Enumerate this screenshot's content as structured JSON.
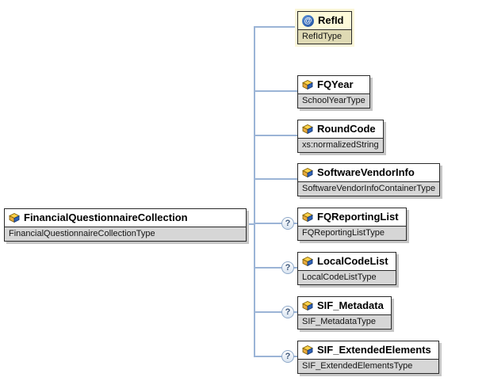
{
  "root": {
    "name": "FinancialQuestionnaireCollection",
    "type": "FinancialQuestionnaireCollectionType"
  },
  "children": [
    {
      "name": "RefId",
      "type": "RefIdType",
      "kind": "attribute",
      "optional": false
    },
    {
      "name": "FQYear",
      "type": "SchoolYearType",
      "kind": "element",
      "optional": false
    },
    {
      "name": "RoundCode",
      "type": "xs:normalizedString",
      "kind": "element",
      "optional": false
    },
    {
      "name": "SoftwareVendorInfo",
      "type": "SoftwareVendorInfoContainerType",
      "kind": "element",
      "optional": false
    },
    {
      "name": "FQReportingList",
      "type": "FQReportingListType",
      "kind": "element",
      "optional": true
    },
    {
      "name": "LocalCodeList",
      "type": "LocalCodeListType",
      "kind": "element",
      "optional": true
    },
    {
      "name": "SIF_Metadata",
      "type": "SIF_MetadataType",
      "kind": "element",
      "optional": true
    },
    {
      "name": "SIF_ExtendedElements",
      "type": "SIF_ExtendedElementsType",
      "kind": "element",
      "optional": true
    }
  ],
  "icons": {
    "attribute": "@",
    "optional": "?"
  },
  "colors": {
    "connector": "#9bb4d6",
    "type_band": "#d6d6d6",
    "attribute_title_bg": "#fdfad9",
    "attribute_band_bg": "#dfdab4",
    "shadow": "#c6c6c6"
  }
}
